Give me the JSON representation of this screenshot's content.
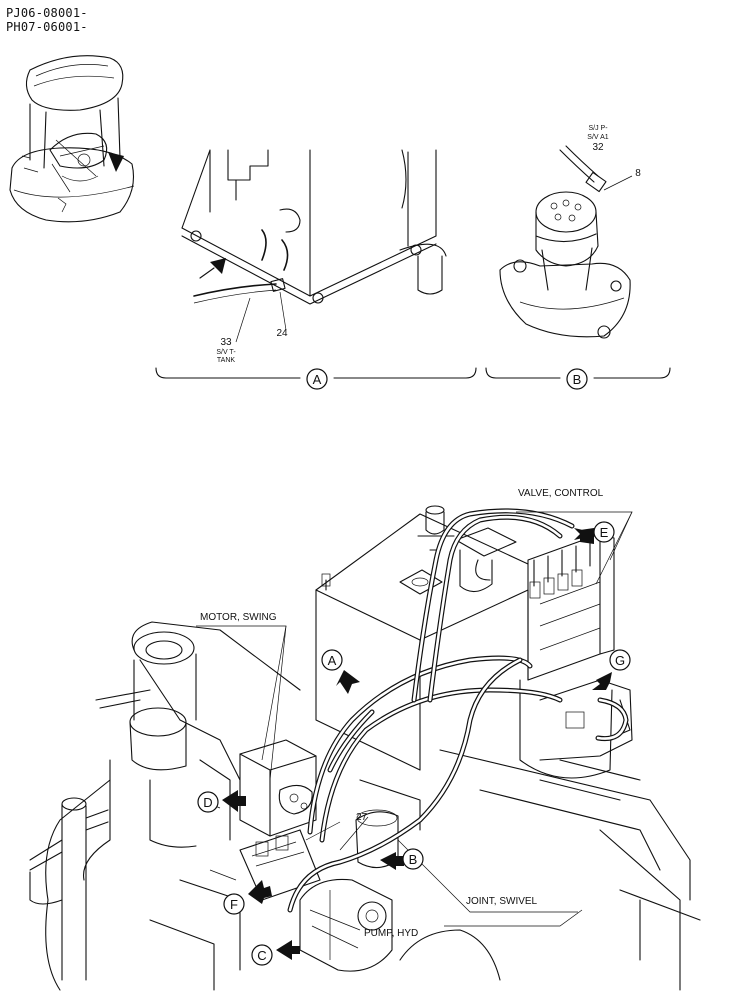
{
  "serials": [
    "PJ06-08001-",
    "PH07-06001-"
  ],
  "detail_a": {
    "callout": "A",
    "parts": [
      {
        "number": "24",
        "desc": ""
      },
      {
        "number": "33",
        "desc": "S/V T-\nTANK"
      }
    ]
  },
  "detail_b": {
    "callout": "B",
    "parts": [
      {
        "number": "32",
        "desc": "S/J P-\nS/V A1"
      },
      {
        "number": "8",
        "desc": ""
      }
    ]
  },
  "main_view": {
    "component_labels": {
      "valve_control": "VALVE, CONTROL",
      "motor_swing": "MOTOR, SWING",
      "joint_swivel": "JOINT, SWIVEL",
      "pump_hyd": "PUMP, HYD"
    },
    "part_number": "27",
    "view_callouts": [
      "A",
      "B",
      "C",
      "D",
      "E",
      "F",
      "G"
    ]
  }
}
